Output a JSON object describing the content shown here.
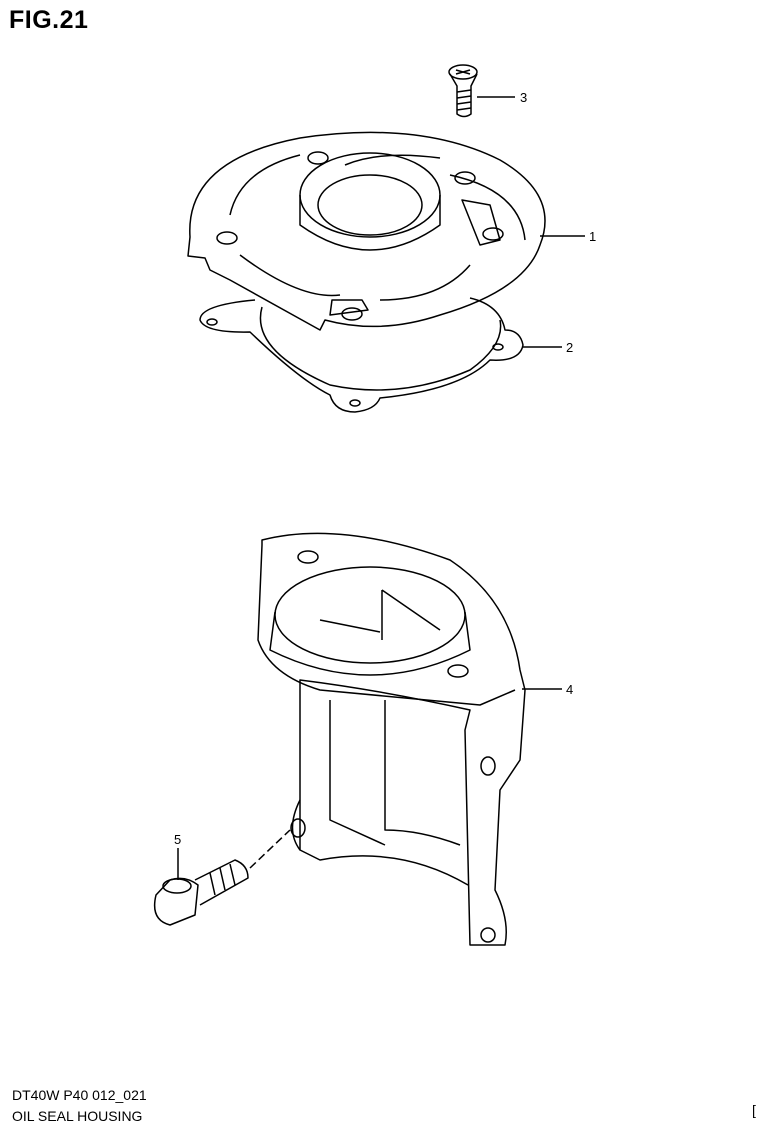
{
  "figure": {
    "title": "FIG.21"
  },
  "footer": {
    "code": "DT40W P40 012_021",
    "name": "OIL SEAL HOUSING",
    "mark": "["
  },
  "callouts": [
    "1",
    "2",
    "3",
    "4",
    "5"
  ]
}
